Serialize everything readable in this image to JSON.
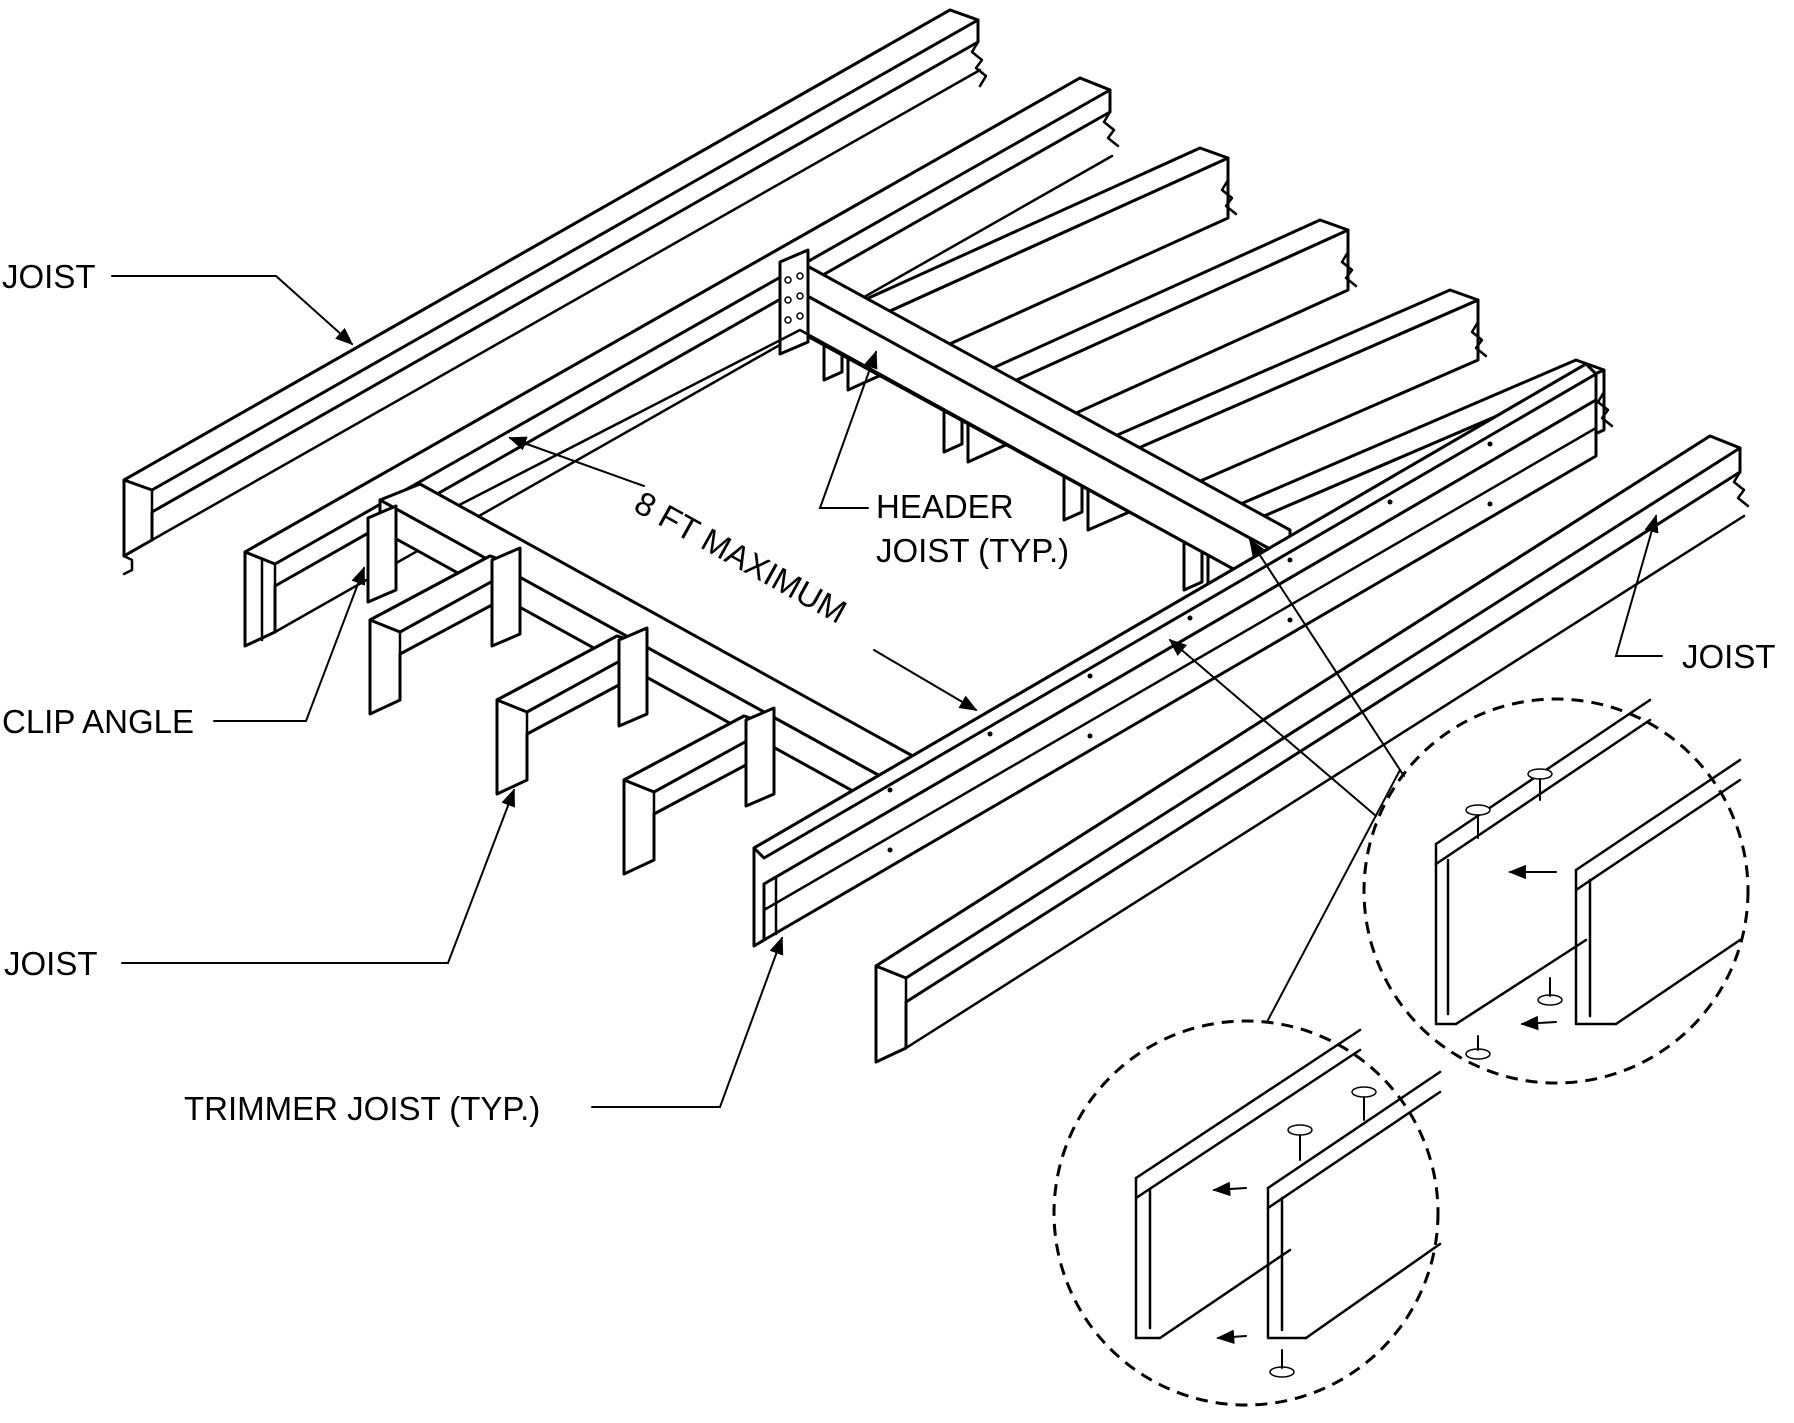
{
  "labels": {
    "joist_top_left": "JOIST",
    "clip_angle": "CLIP ANGLE",
    "joist_bottom_left": "JOIST",
    "trimmer_joist": "TRIMMER JOIST (TYP.)",
    "dimension": "8 FT MAXIMUM",
    "header_joist_line1": "HEADER",
    "header_joist_line2": "JOIST (TYP.)",
    "joist_right": "JOIST"
  },
  "colors": {
    "stroke": "#000000",
    "background": "#ffffff"
  }
}
